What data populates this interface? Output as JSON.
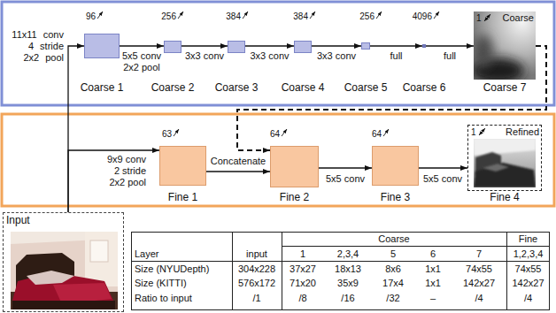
{
  "diagram": {
    "nodes": [
      {
        "text": [
          "96",
          "Coarse 1"
        ]
      },
      {
        "text": [
          "256",
          "Coarse 2"
        ]
      },
      {
        "text": [
          "384",
          "Coarse 3"
        ]
      },
      {
        "text": [
          "384",
          "Coarse 4"
        ]
      },
      {
        "text": [
          "256",
          "Coarse 5"
        ]
      },
      {
        "text": [
          "4096",
          "Coarse 6"
        ]
      },
      {
        "text": [
          "1",
          "Coarse",
          "Coarse 7"
        ]
      },
      {
        "text": [
          "63",
          "Fine 1"
        ]
      },
      {
        "text": [
          "64",
          "Fine 2"
        ]
      },
      {
        "text": [
          "64",
          "Fine 3"
        ]
      },
      {
        "text": [
          "1",
          "Refined",
          "Fine 4"
        ]
      },
      {
        "text": [
          "Input"
        ]
      }
    ],
    "edges": [
      {
        "from": 11,
        "to": 0,
        "label": "11x11 conv 4 stride 2x2 pool",
        "arrow": "to"
      },
      {
        "from": 0,
        "to": 1,
        "label": "5x5 conv 2x2 pool",
        "arrow": "to"
      },
      {
        "from": 1,
        "to": 2,
        "label": "3x3 conv",
        "arrow": "to"
      },
      {
        "from": 2,
        "to": 3,
        "label": "3x3 conv",
        "arrow": "to"
      },
      {
        "from": 3,
        "to": 4,
        "label": "3x3 conv",
        "arrow": "to"
      },
      {
        "from": 4,
        "to": 5,
        "label": "full",
        "arrow": "to"
      },
      {
        "from": 5,
        "to": 6,
        "label": "full",
        "arrow": "to"
      },
      {
        "from": 11,
        "to": 7,
        "label": "9x9 conv 2 stride 2x2 pool",
        "arrow": "to"
      },
      {
        "from": 7,
        "to": 8,
        "label": "Concatenate",
        "arrow": "to"
      },
      {
        "from": 6,
        "to": 8,
        "arrow": "to"
      },
      {
        "from": 8,
        "to": 9,
        "label": "5x5 conv",
        "arrow": "to"
      },
      {
        "from": 9,
        "to": 10,
        "label": "5x5 conv",
        "arrow": "to"
      }
    ],
    "labels": [
      "Coarse",
      "Fine",
      "Layer",
      "input",
      "1",
      "2,3,4",
      "5",
      "6",
      "7",
      "1,2,3,4",
      "Size (NYUDepth)",
      "304x228",
      "37x27",
      "18x13",
      "8x6",
      "1x1",
      "74x55",
      "74x55",
      "Size (KITTI)",
      "576x172",
      "71x20",
      "35x9",
      "17x4",
      "1x1",
      "142x27",
      "142x27",
      "Ratio to input",
      "/1",
      "/8",
      "/16",
      "/32",
      "–",
      "/4",
      "/4"
    ]
  }
}
